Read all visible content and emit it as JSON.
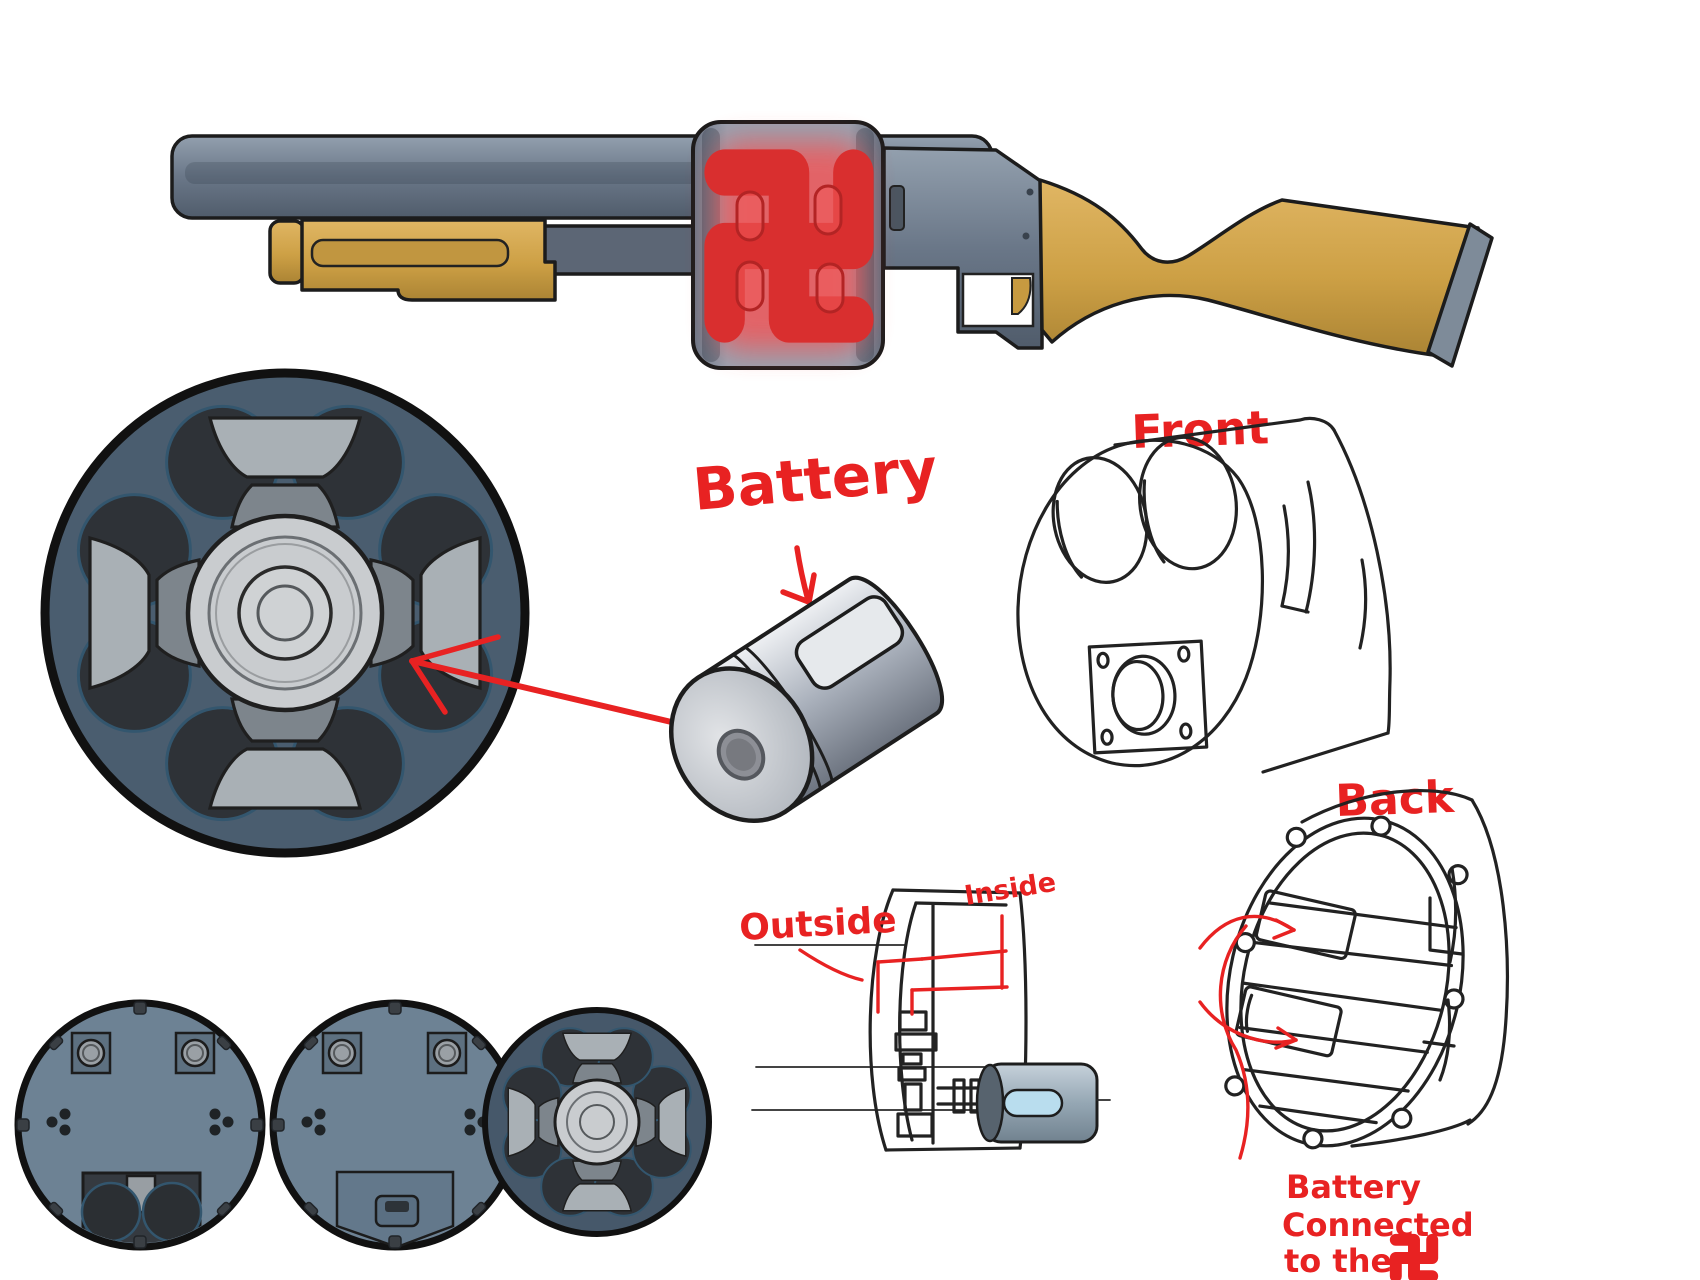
{
  "annotations": {
    "battery_label": "Battery",
    "front_label": "Front",
    "back_label": "Back",
    "outside_label": "Outside",
    "inside_label": "Inside",
    "connected_note": {
      "line1": "Battery",
      "line2": "Connected",
      "line3_prefix": "to the",
      "full": "Battery Connected to the 卍"
    }
  },
  "symbols": {
    "manji": "卍"
  },
  "colors": {
    "annotation_red": "#e82222",
    "glow_red": "#ff4b4b",
    "gun_metal": "#6e7a8a",
    "wood_gold": "#d2a94e",
    "drum_face": "#4a5d6f",
    "drum_back_face": "#6d8294",
    "battery_silver": "#c9ced6",
    "sketch_ink": "#1f1f1f"
  }
}
